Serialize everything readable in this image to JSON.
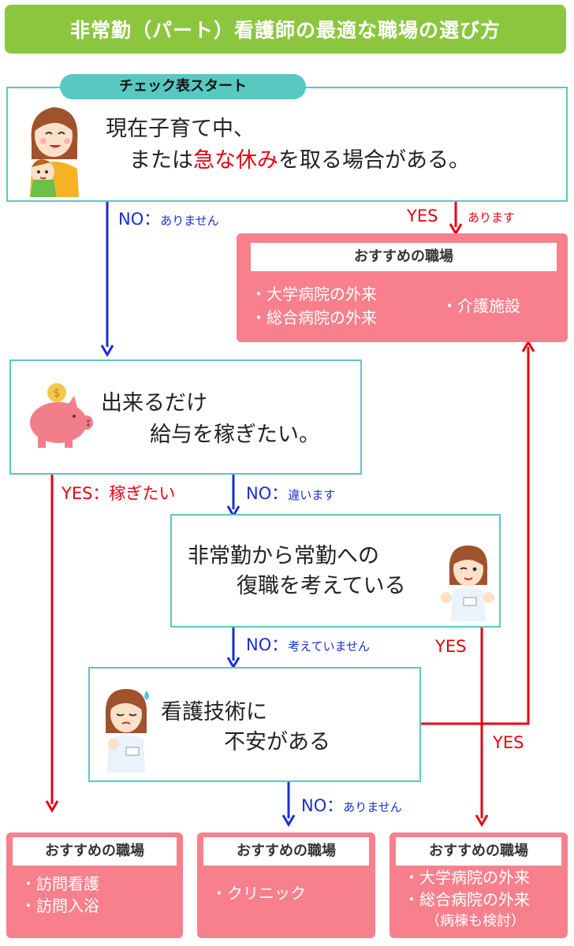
{
  "title": "非常勤（パート）看護師の最適な職場の選び方",
  "start_label": "チェック表スタート",
  "q1": {
    "line1": "現在子育て中、",
    "line2_pre": "または",
    "line2_highlight": "急な休み",
    "line2_post": "を取る場合がある。"
  },
  "q2": {
    "line1": "出来るだけ",
    "line2": "給与を稼ぎたい。"
  },
  "q3": {
    "line1": "非常勤から常勤への",
    "line2": "復職を考えている"
  },
  "q4": {
    "line1": "看護技術に",
    "line2": "不安がある"
  },
  "labels": {
    "q1_no": "NO：",
    "q1_no_sub": "ありません",
    "q1_yes": "YES",
    "q1_yes_sub": "あります",
    "q2_yes": "YES：稼ぎたい",
    "q2_no": "NO：",
    "q2_no_sub": "違います",
    "q3_no": "NO：",
    "q3_no_sub": "考えていません",
    "q3_yes": "YES",
    "q4_yes": "YES",
    "q4_no": "NO：",
    "q4_no_sub": "ありません"
  },
  "rec_heading": "おすすめの職場",
  "rec_top": {
    "items_left": [
      "・大学病院の外来",
      "・総合病院の外来"
    ],
    "item_right": "・介護施設"
  },
  "rec_bottom_left": {
    "items": [
      "・訪問看護",
      "・訪問入浴"
    ]
  },
  "rec_bottom_mid": {
    "items": [
      "・クリニック"
    ]
  },
  "rec_bottom_right": {
    "items": [
      "・大学病院の外来",
      "・総合病院の外来",
      "（病棟も検討）"
    ]
  },
  "colors": {
    "green": "#8cc63f",
    "teal": "#5cc8bf",
    "pink": "#f7808c",
    "blue": "#1a2ed4",
    "red": "#e60012"
  }
}
